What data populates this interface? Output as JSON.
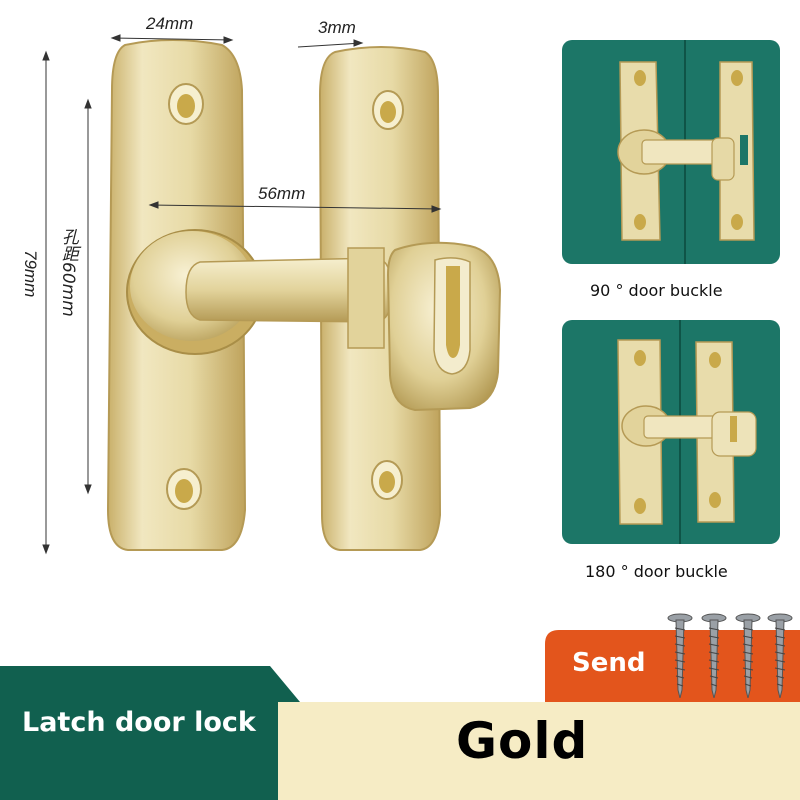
{
  "dimensions": {
    "width_label": "24mm",
    "thickness_label": "3mm",
    "span_label": "56mm",
    "height_label": "79mm",
    "hole_spacing_label": "孔距60mm"
  },
  "thumbnails": [
    {
      "caption": "90 ° door buckle"
    },
    {
      "caption": "180 ° door buckle"
    }
  ],
  "banner": {
    "product_name": "Latch door lock",
    "color_name": "Gold",
    "send_label": "Send"
  },
  "colors": {
    "gold_light": "#f3ebc8",
    "gold_mid": "#e0d199",
    "gold_dark": "#b89d52",
    "teal_banner": "#11604f",
    "thumb_bg": "#1c7667",
    "beige_banner": "#f6ecc5",
    "send_orange": "#e3551c"
  }
}
